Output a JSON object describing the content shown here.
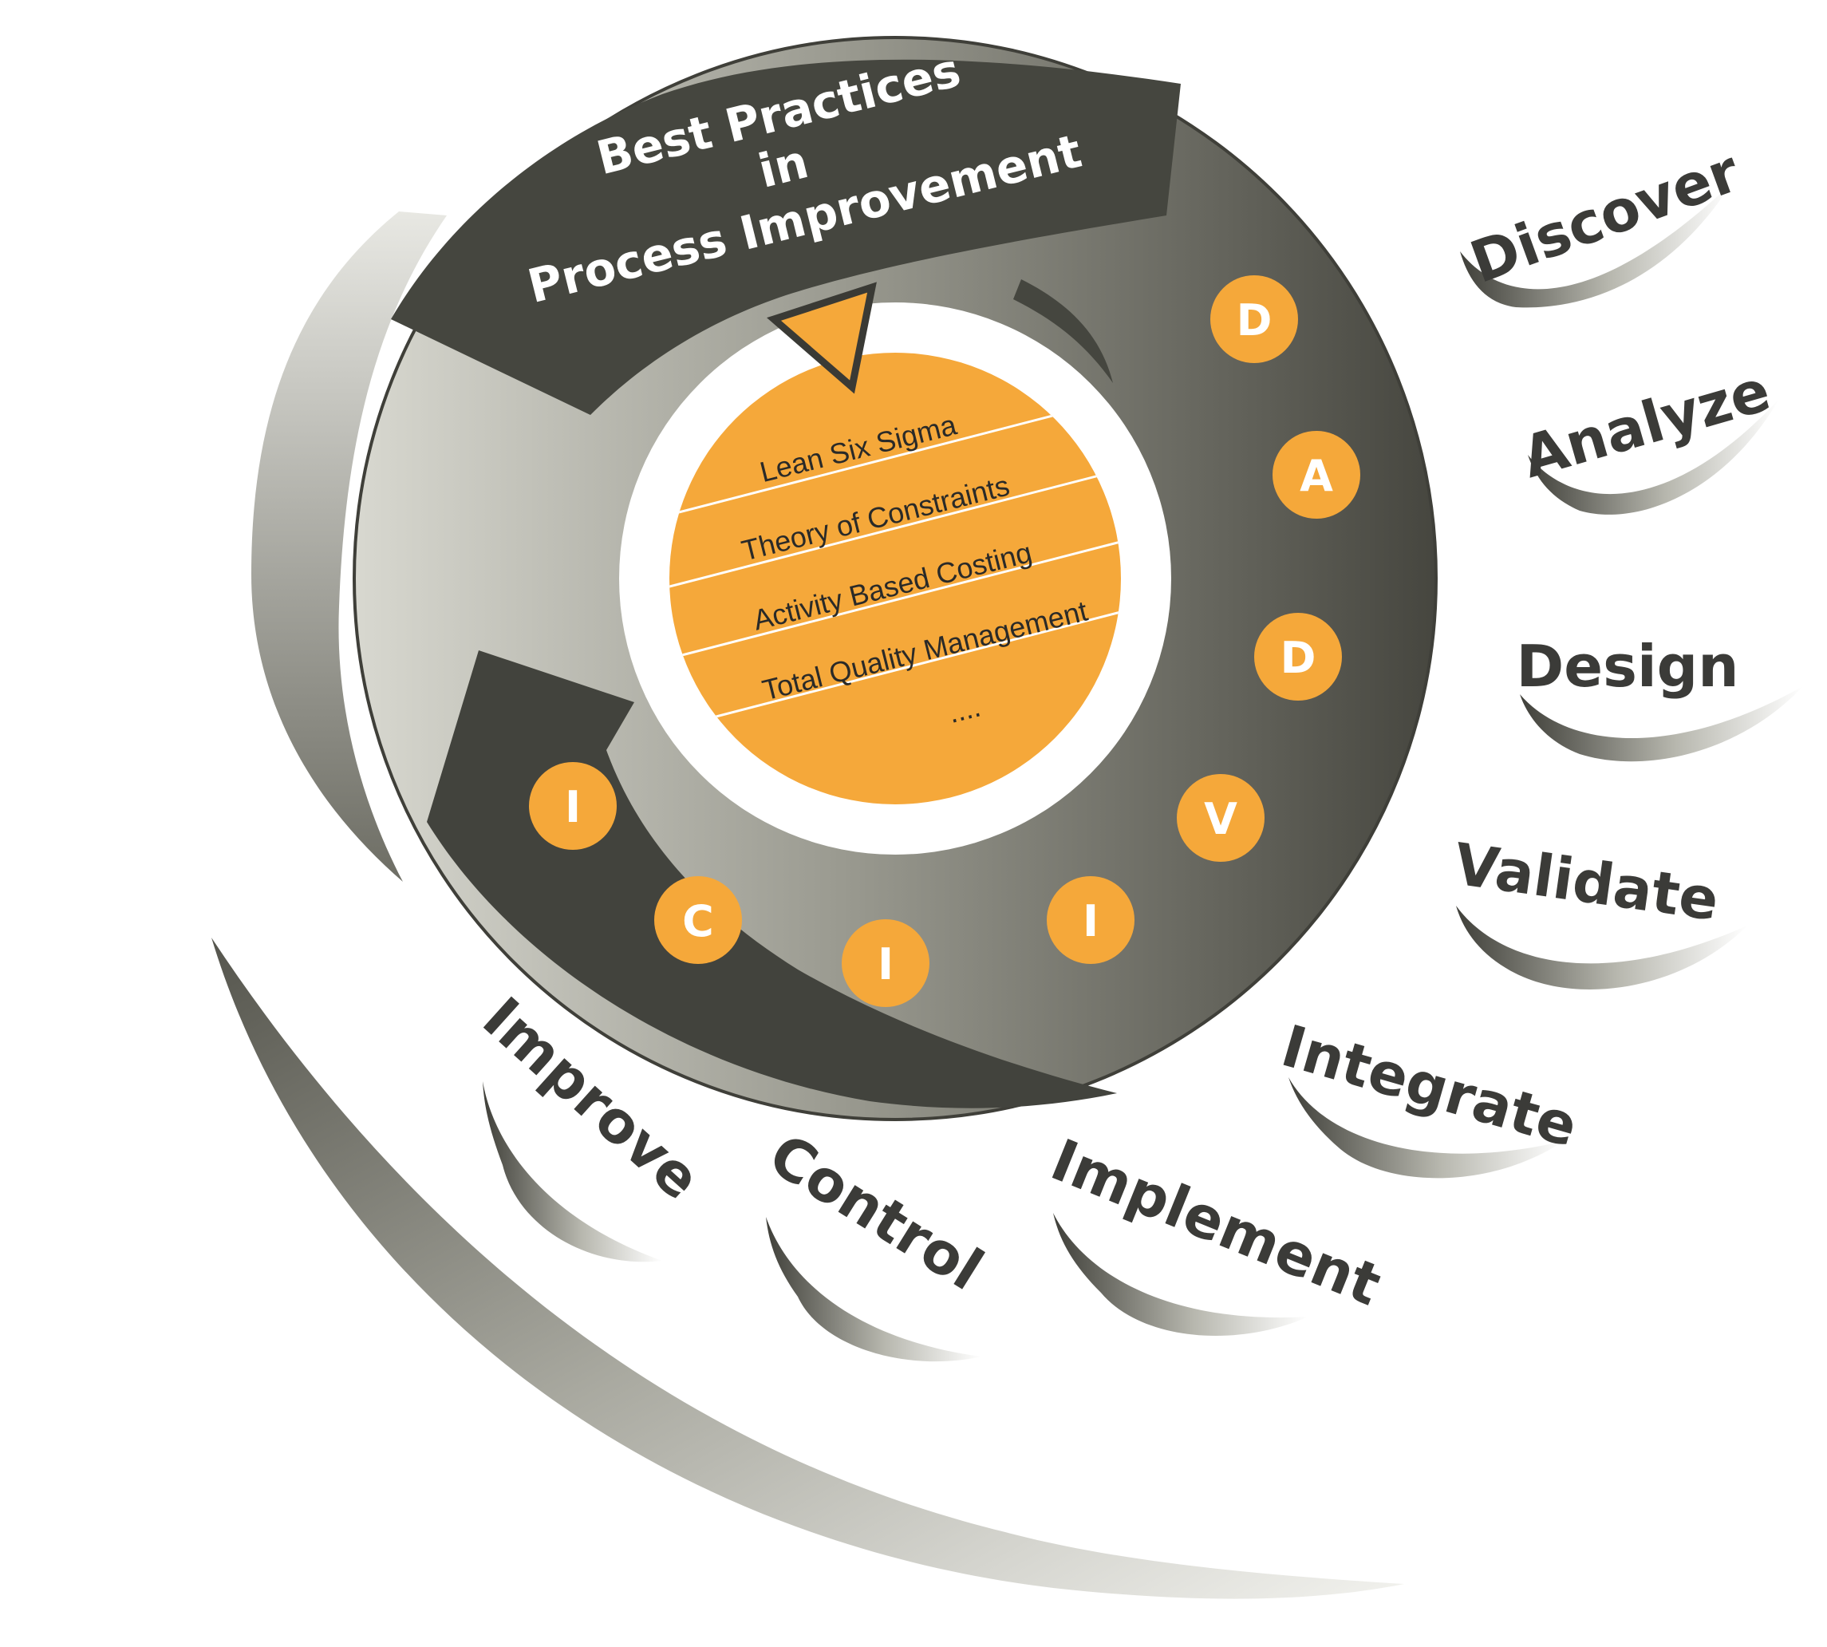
{
  "title": {
    "line1": "Best Practices",
    "line2": "in",
    "line3": "Process Improvement"
  },
  "methodologies": [
    "Lean Six Sigma",
    "Theory of Constraints",
    "Activity Based Costing",
    "Total Quality Management",
    "...."
  ],
  "cycle_letters": [
    "D",
    "A",
    "D",
    "V",
    "I",
    "I",
    "C",
    "I"
  ],
  "phases": [
    "Discover",
    "Analyze",
    "Design",
    "Validate",
    "Integrate",
    "Implement",
    "Control",
    "Improve"
  ],
  "colors": {
    "accent_orange": "#f5a83a",
    "dark_gray": "#454640",
    "mid_gray": "#8a8a80",
    "text_dark": "#3b3b38"
  }
}
